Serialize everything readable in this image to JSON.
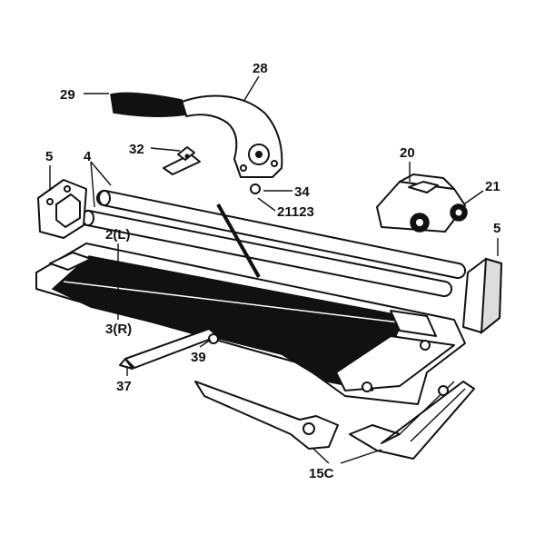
{
  "diagram": {
    "callouts": [
      {
        "id": "c29",
        "text": "29"
      },
      {
        "id": "c28",
        "text": "28"
      },
      {
        "id": "c32",
        "text": "32"
      },
      {
        "id": "c5a",
        "text": "5"
      },
      {
        "id": "c4",
        "text": "4"
      },
      {
        "id": "c34",
        "text": "34"
      },
      {
        "id": "c21123",
        "text": "21123"
      },
      {
        "id": "c20",
        "text": "20"
      },
      {
        "id": "c21",
        "text": "21"
      },
      {
        "id": "c5b",
        "text": "5"
      },
      {
        "id": "c2L",
        "text": "2(L)"
      },
      {
        "id": "c3R",
        "text": "3(R)"
      },
      {
        "id": "c39",
        "text": "39"
      },
      {
        "id": "c37",
        "text": "37"
      },
      {
        "id": "c15C",
        "text": "15C"
      }
    ]
  }
}
